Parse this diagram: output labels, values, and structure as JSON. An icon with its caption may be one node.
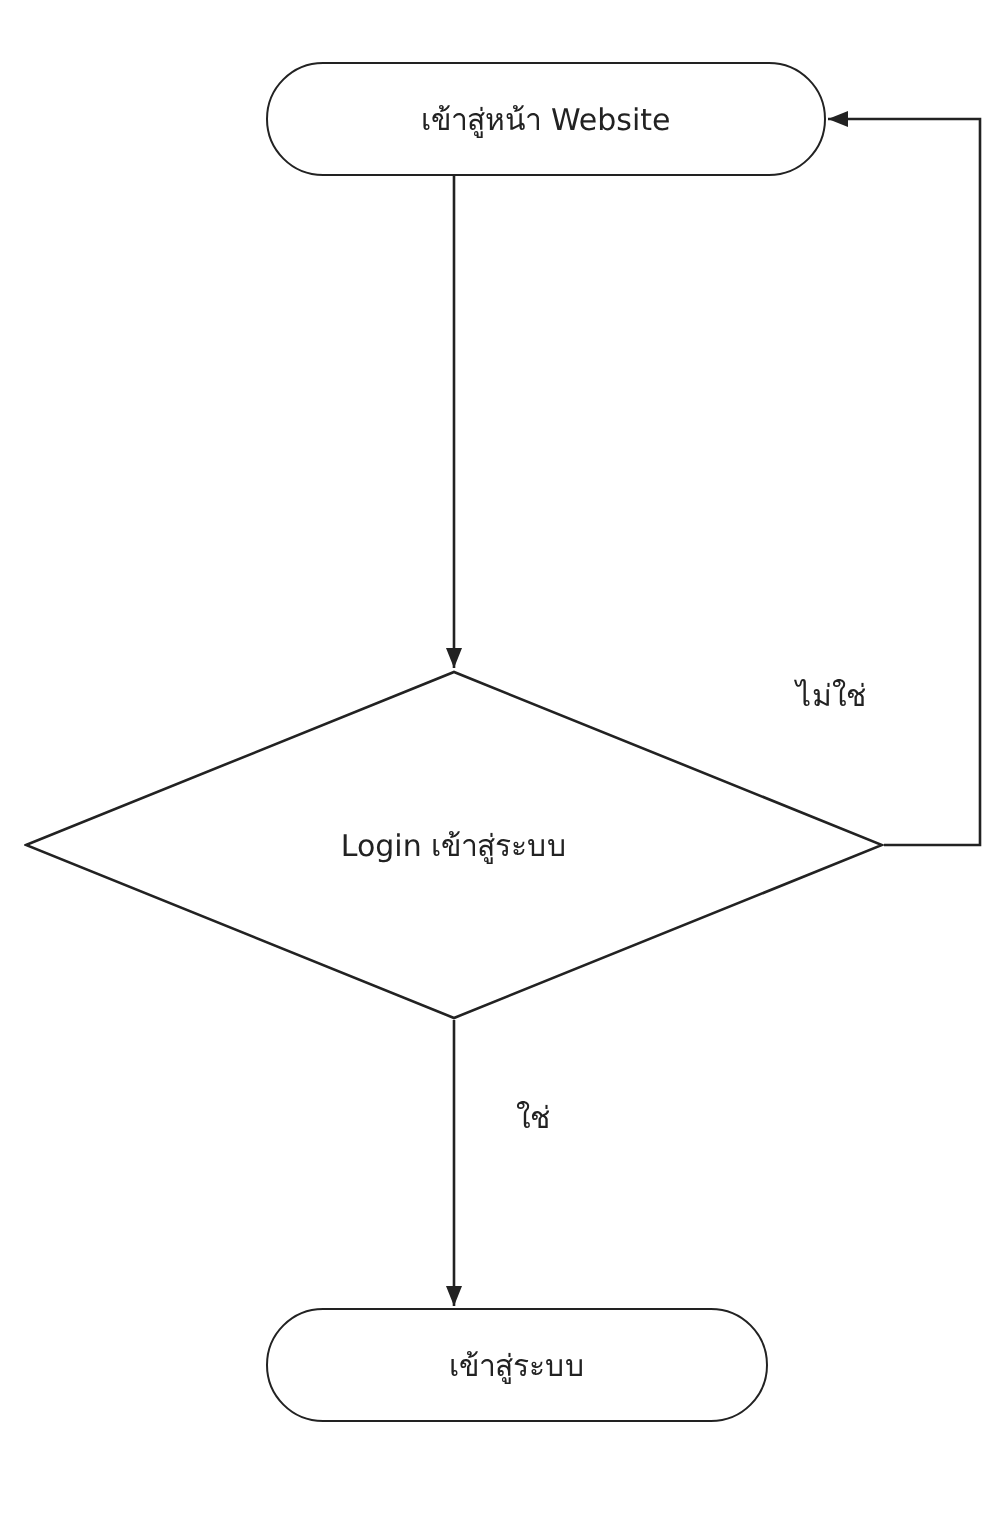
{
  "diagram": {
    "nodes": [
      {
        "text": [
          "เข้าสู่หน้า Website"
        ]
      },
      {
        "text": [
          "Login เข้าสู่ระบบ"
        ]
      },
      {
        "text": [
          "เข้าสู่ระบบ"
        ]
      }
    ],
    "edges": [
      {
        "from": 0,
        "to": 1,
        "arrow": "to"
      },
      {
        "from": 1,
        "to": 0,
        "arrow": "to",
        "label": "ไม่ใช่"
      },
      {
        "from": 1,
        "to": 2,
        "arrow": "to",
        "label": "ใช่"
      }
    ]
  }
}
